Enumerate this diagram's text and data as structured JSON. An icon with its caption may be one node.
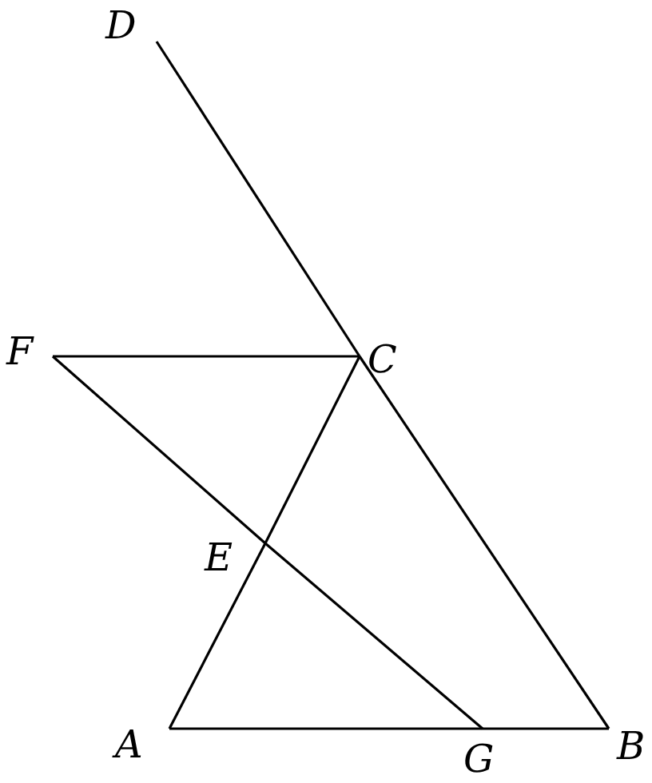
{
  "diagram": {
    "nodes": [
      {
        "text": [
          "D"
        ]
      },
      {
        "text": [
          "F"
        ]
      },
      {
        "text": [
          "C"
        ]
      },
      {
        "text": [
          "E"
        ]
      },
      {
        "text": [
          "A"
        ]
      },
      {
        "text": [
          "G"
        ]
      },
      {
        "text": [
          "B"
        ]
      }
    ],
    "edges": [
      {
        "from": 0,
        "to": 2,
        "arrow": "none"
      },
      {
        "from": 2,
        "to": 6,
        "arrow": "none"
      },
      {
        "from": 1,
        "to": 2,
        "arrow": "none"
      },
      {
        "from": 1,
        "to": 3,
        "arrow": "none"
      },
      {
        "from": 3,
        "to": 5,
        "arrow": "none"
      },
      {
        "from": 4,
        "to": 3,
        "arrow": "none"
      },
      {
        "from": 3,
        "to": 2,
        "arrow": "none"
      },
      {
        "from": 4,
        "to": 5,
        "arrow": "none"
      },
      {
        "from": 5,
        "to": 6,
        "arrow": "none"
      }
    ]
  }
}
